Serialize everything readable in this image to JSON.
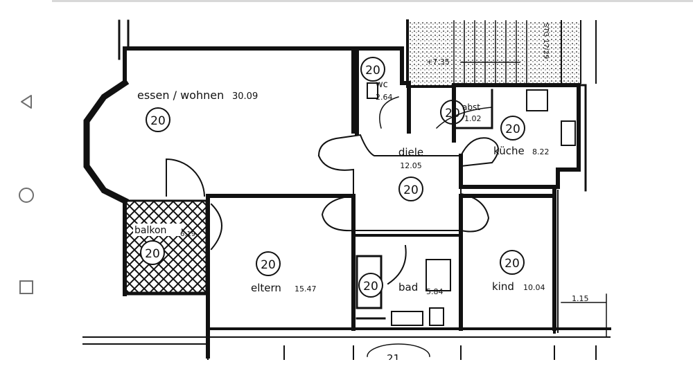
{
  "nav": {
    "back_icon": "triangle-back-icon",
    "home_icon": "circle-home-icon",
    "recents_icon": "square-recents-icon"
  },
  "plan": {
    "rooms": {
      "essen": {
        "name": "essen / wohnen",
        "area": "30.09",
        "mark": "20"
      },
      "wc": {
        "name": "wc",
        "area": "2.64",
        "mark": "20"
      },
      "abst": {
        "name": "abst",
        "area": "1.02",
        "mark": "20"
      },
      "kueche": {
        "name": "küche",
        "area": "8.22",
        "mark": "20"
      },
      "diele": {
        "name": "diele",
        "area": "12.05",
        "mark": "20"
      },
      "balkon": {
        "name": "balkon",
        "area": "6.19",
        "mark": "20"
      },
      "eltern": {
        "name": "eltern",
        "area": "15.47",
        "mark": "20"
      },
      "bad": {
        "name": "bad",
        "area": "5.84",
        "mark": "20"
      },
      "kind": {
        "name": "kind",
        "area": "10.04",
        "mark": "20"
      }
    },
    "stair_level": "+7.35",
    "stair_note": "STG 17/29",
    "dimension": "1.15",
    "lower_mark": "21"
  },
  "colors": {
    "ink": "#111111",
    "nav_icon": "#6f6f6f",
    "divider": "#d8d8d8"
  }
}
